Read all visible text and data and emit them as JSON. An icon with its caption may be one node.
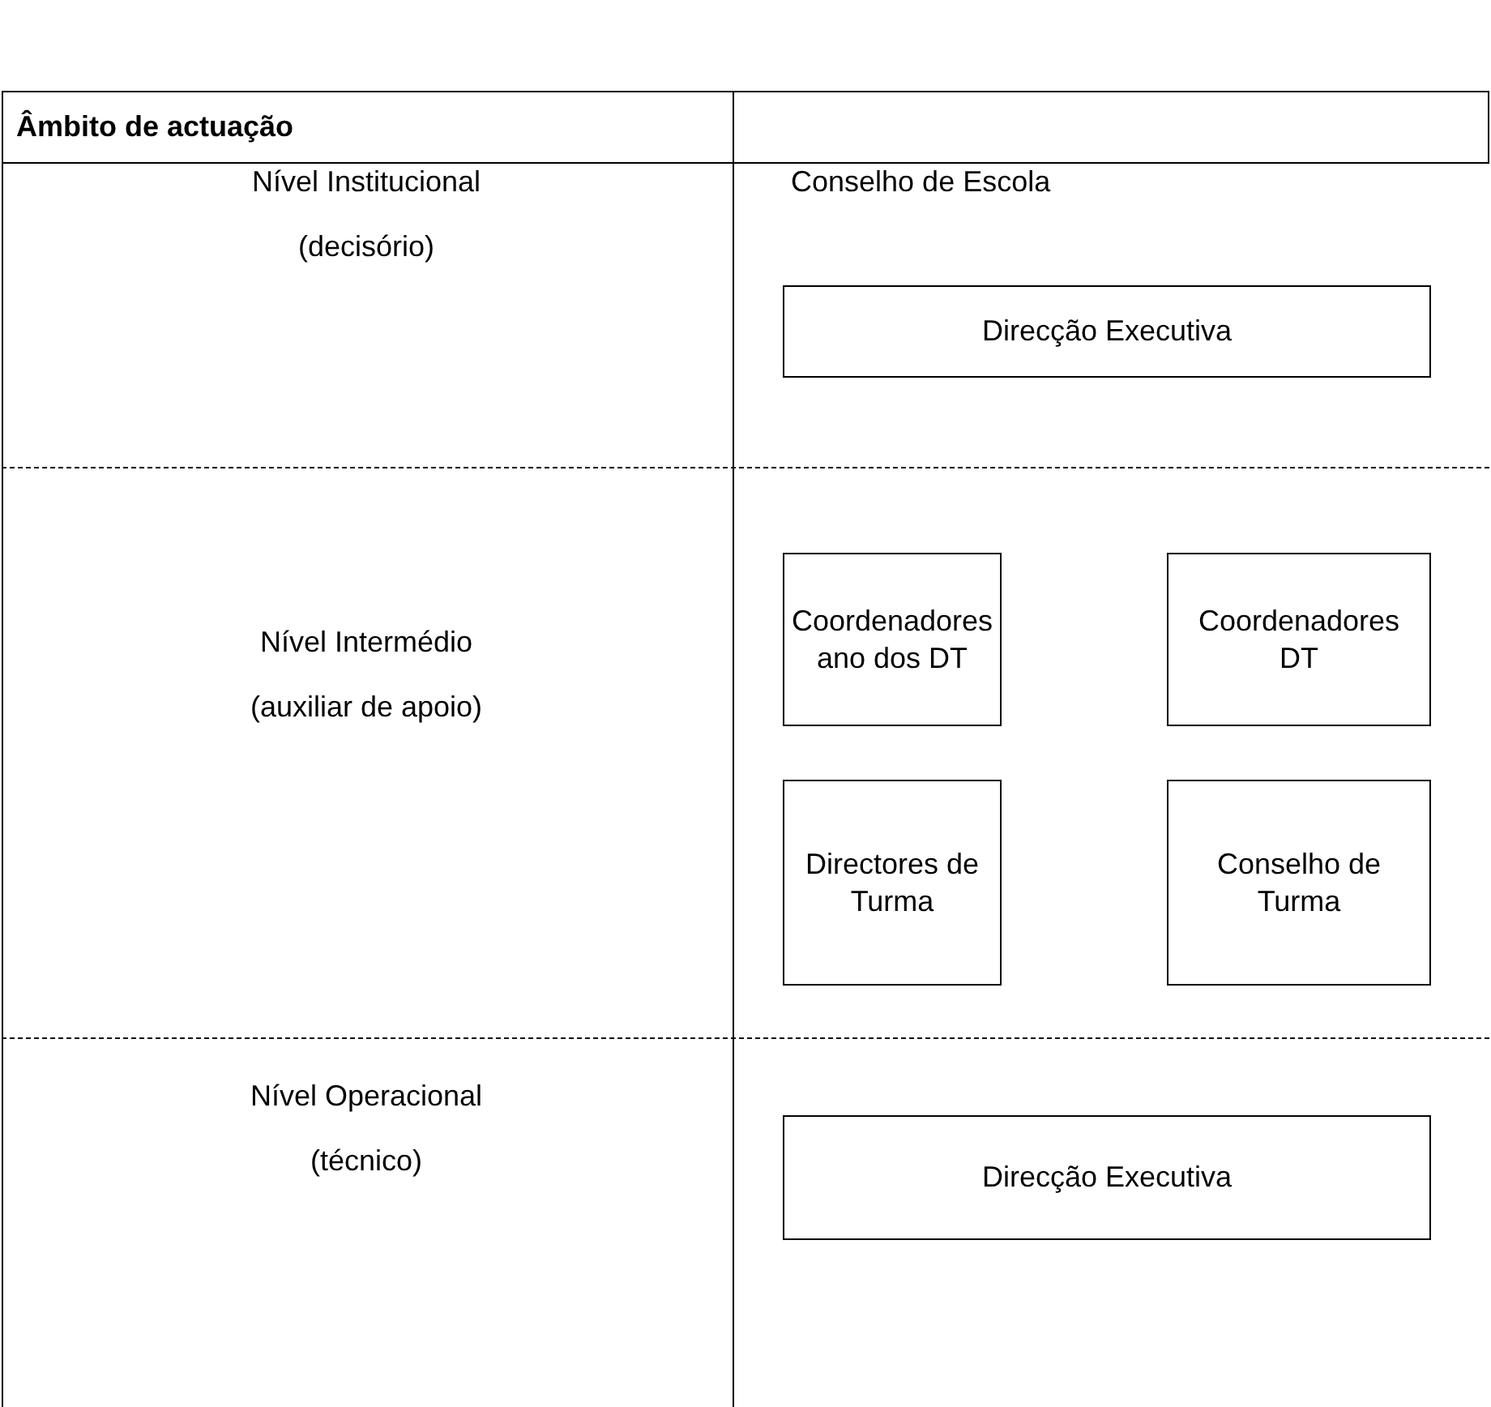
{
  "diagram": {
    "nodes": [
      {
        "text": [
          "Direcção Executiva"
        ]
      },
      {
        "text": [
          "Coordenadores ano dos DT"
        ]
      },
      {
        "text": [
          "Coordenadores DT"
        ]
      },
      {
        "text": [
          "Directores de Turma"
        ]
      },
      {
        "text": [
          "Conselho de Turma"
        ]
      },
      {
        "text": [
          "Direcção Executiva"
        ]
      }
    ],
    "labels": [
      "Âmbito de actuação",
      "Nível Institucional",
      "(decisório)",
      "Conselho de Escola",
      "Nível Intermédio",
      "(auxiliar de apoio)",
      "Nível Operacional",
      "(técnico)"
    ]
  }
}
